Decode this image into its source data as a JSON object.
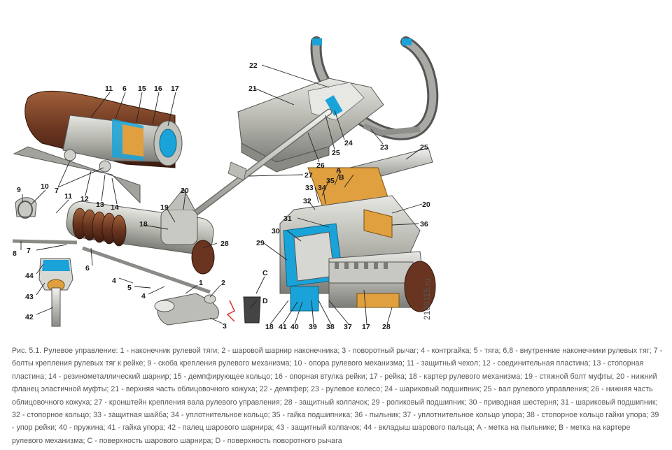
{
  "caption": {
    "text": "Рис. 5.1. Рулевое управление: 1 - наконечник рулевой тяги; 2 - шаровой шарнир наконечника; 3 - поворотный рычаг; 4 - контргайка; 5 - тяга; 6,8 - внутренние наконечники рулевых тяг; 7 - болты крепления рулевых тяг к рейке; 9 - скоба крепления рулевого механизма; 10 - опора рулевого механизма; 11 - защитный чехол; 12 - соединительная пластина; 13 - стопорная пластина; 14 - резинометаллический шарнир; 15 - демпфирующее кольцо; 16 - опорная втулка рейки; 17 - рейка; 18 - картер рулевого механизма; 19 - стяжной болт муфты; 20 - нижний фланец эластичной муфты; 21 - верхняя часть облицовочного кожуха; 22 - демпфер; 23 - рулевое колесо; 24 - шариковый подшипник; 25 - вал рулевого управления; 26 - нижняя часть облицовочного кожуха; 27 - кронштейн крепления вала рулевого управления; 28 - защитный колпачок; 29 - роликовый подшипник; 30 - приводная шестерня; 31 - шариковый подшипник; 32 - стопорное кольцо; 33 - защитная шайба; 34 - уплотнительное кольцо; 35 - гайка подшипника; 36 - пыльник; 37 - уплотнительное кольцо упора; 38 - стопорное кольцо гайки упора; 39 - упор рейки; 40 - пружина; 41 - гайка упора; 42 - палец шарового шарнира; 43 - защитный колпачок; 44 - вкладыш шарового пальца; А - метка на пыльнике; В - метка на картере рулевого механизма; С - поверхность шарового шарнира; D - поверхность поворотного рычага"
  },
  "watermark": "2109115.ru",
  "callouts": {
    "c11a": "11",
    "c6a": "6",
    "c15": "15",
    "c16": "16",
    "c17a": "17",
    "c7a": "7",
    "c12": "12",
    "c13": "13",
    "c14": "14",
    "c9": "9",
    "c10": "10",
    "c11b": "11",
    "c7b": "7",
    "c8": "8",
    "c44": "44",
    "c43": "43",
    "c42": "42",
    "c6b": "6",
    "c4a": "4",
    "c5": "5",
    "c4b": "4",
    "c1": "1",
    "c2": "2",
    "c3": "3",
    "cC": "C",
    "cD": "D",
    "c18a": "18",
    "c19": "19",
    "c20a": "20",
    "c28a": "28",
    "c22": "22",
    "c21": "21",
    "c24": "24",
    "c25a": "25",
    "c26": "26",
    "c23": "23",
    "c27": "27",
    "c25b": "25",
    "cA": "A",
    "cB": "B",
    "c35": "35",
    "c33": "33",
    "c34": "34",
    "c32": "32",
    "c20b": "20",
    "c31": "31",
    "c36": "36",
    "c30": "30",
    "c29": "29",
    "c18b": "18",
    "c41": "41",
    "c40": "40",
    "c39": "39",
    "c38": "38",
    "c37": "37",
    "c17b": "17",
    "c28b": "28"
  },
  "colors": {
    "housing": "#b9b9b2",
    "bellows": "#6e3a22",
    "cutaway_blue": "#1aa3d8",
    "cutaway_orange": "#e0a040",
    "steel": "#d8d8d4",
    "dark": "#3a3a3a"
  }
}
